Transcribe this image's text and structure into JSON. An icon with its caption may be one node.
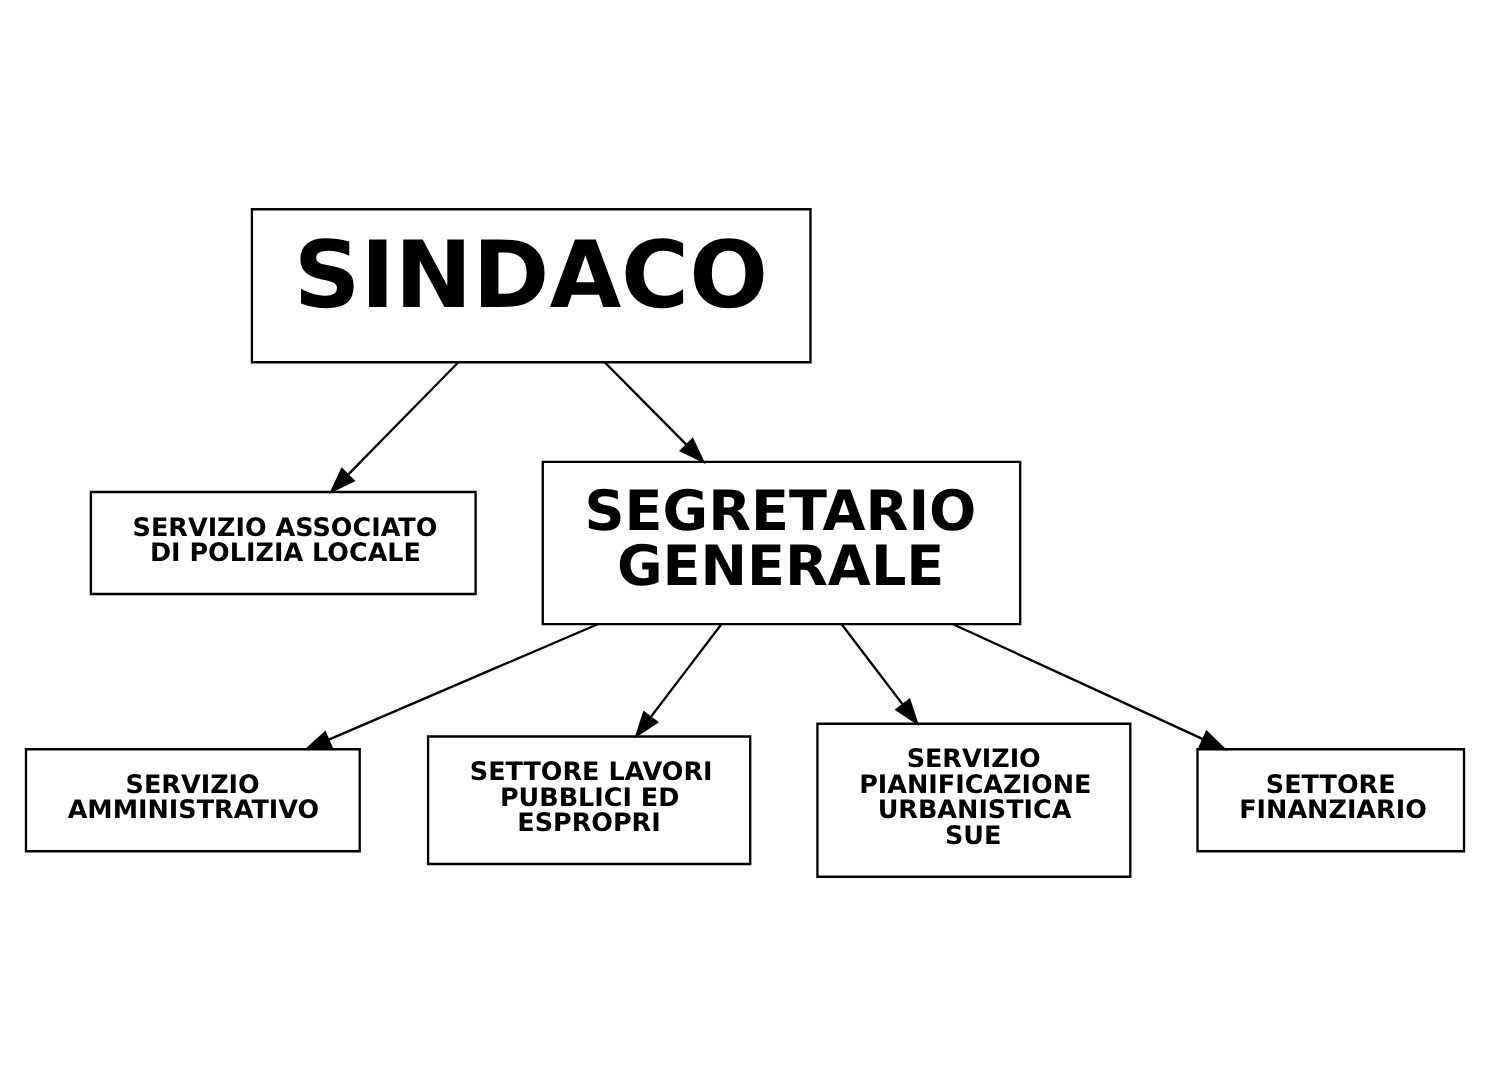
{
  "diagram": {
    "nodes": [
      {
        "text": [
          "SINDACO"
        ]
      },
      {
        "text": [
          "SERVIZIO ASSOCIATO DI POLIZIA LOCALE"
        ]
      },
      {
        "text": [
          "SEGRETARIO GENERALE"
        ]
      },
      {
        "text": [
          "SERVIZIO AMMINISTRATIVO"
        ]
      },
      {
        "text": [
          "SETTORE LAVORI PUBBLICI ED ESPROPRI"
        ]
      },
      {
        "text": [
          "SERVIZIO PIANIFICAZIONE URBANISTICA SUE"
        ]
      },
      {
        "text": [
          "SETTORE FINANZIARIO"
        ]
      }
    ],
    "edges": [
      {
        "from": 0,
        "to": 2,
        "arrow": "to"
      },
      {
        "from": 0,
        "to": 1,
        "arrow": "to"
      },
      {
        "from": 2,
        "to": 3,
        "arrow": "to"
      },
      {
        "from": 2,
        "to": 6,
        "arrow": "to"
      },
      {
        "from": 2,
        "to": 5,
        "arrow": "to"
      },
      {
        "from": 2,
        "to": 4,
        "arrow": "to"
      }
    ]
  }
}
